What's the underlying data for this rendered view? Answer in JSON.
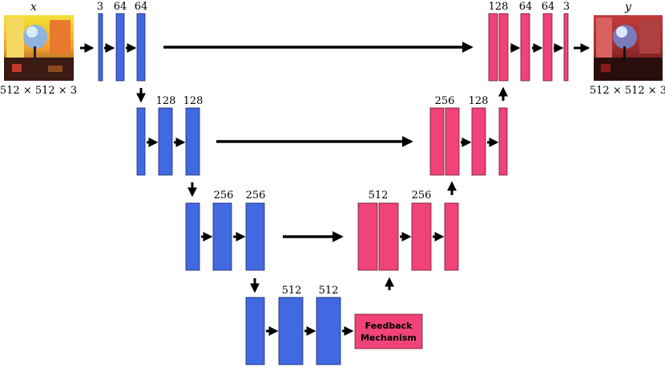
{
  "input": {
    "symbol": "x",
    "dims": "512 × 512 × 3"
  },
  "output": {
    "symbol": "y",
    "dims": "512 × 512 × 3"
  },
  "feedback": {
    "line1": "Feedback",
    "line2": "Mechanism"
  },
  "colors": {
    "encoder": "#4169e1",
    "decoder": "#f0437a",
    "feedback": "#f0437a",
    "arrow": "#000000"
  },
  "encoder": {
    "level1": [
      "3",
      "64",
      "64"
    ],
    "level2": [
      "128",
      "128"
    ],
    "level3": [
      "256",
      "256"
    ],
    "level4": [
      "512",
      "512"
    ]
  },
  "decoder": {
    "level1": [
      "128",
      "64",
      "64",
      "3"
    ],
    "level2": [
      "256",
      "128"
    ],
    "level3": [
      "512",
      "256"
    ]
  }
}
